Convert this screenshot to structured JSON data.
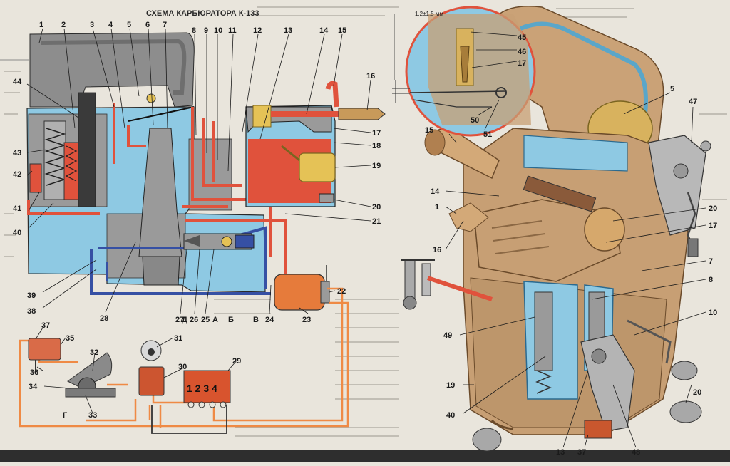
{
  "figure": {
    "title": "СХЕМА КАРБЮРАТОРА К-133",
    "gap_label": "1,2±1,5 мм",
    "relay_terminals": "1 2 3 4",
    "colors": {
      "air": "#8ec9e3",
      "fuel": "#e0523c",
      "body": "#8c8c8c",
      "casting": "#caa277",
      "vacuum": "#3650a4",
      "wire": "#ef8a45",
      "float": "#e5c256"
    }
  },
  "labels": {
    "n1": "1",
    "n2": "2",
    "n3": "3",
    "n4": "4",
    "n5": "5",
    "n6": "6",
    "n7": "7",
    "n8": "8",
    "n9": "9",
    "n10": "10",
    "n11": "11",
    "n12": "12",
    "n13": "13",
    "n14": "14",
    "n15": "15",
    "n16": "16",
    "n17": "17",
    "n18": "18",
    "n19": "19",
    "n20": "20",
    "n21": "21",
    "n22": "22",
    "n23": "23",
    "n24": "24",
    "n25": "25",
    "n26": "26",
    "n27": "27",
    "n28": "28",
    "n29": "29",
    "n30": "30",
    "n31": "31",
    "n32": "32",
    "n33": "33",
    "n34": "34",
    "n35": "35",
    "n36": "36",
    "n37": "37",
    "n38": "38",
    "n39": "39",
    "n40": "40",
    "n41": "41",
    "n42": "42",
    "n43": "43",
    "n44": "44",
    "n45": "45",
    "n46": "46",
    "n47": "47",
    "n48": "48",
    "n49": "49",
    "n50": "50",
    "n51": "51",
    "lA": "А",
    "lB": "Б",
    "lV": "В",
    "lG": "Г",
    "lD": "Д"
  }
}
